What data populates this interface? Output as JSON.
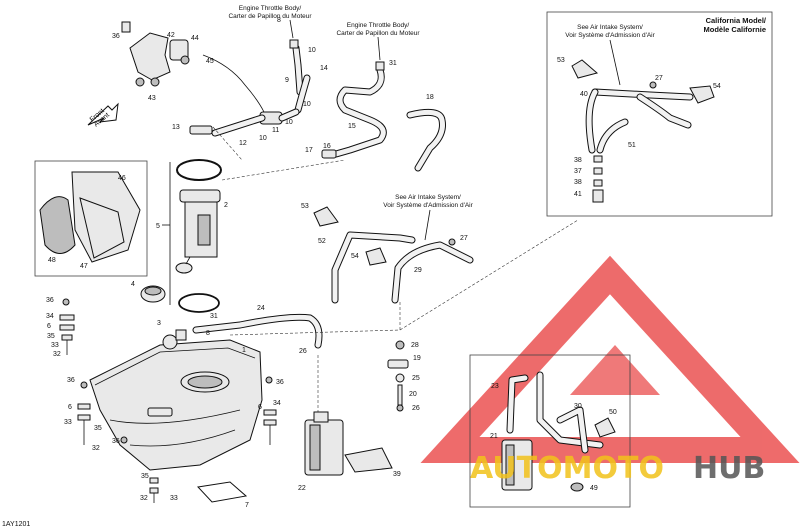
{
  "captions": {
    "throttle_left": [
      "Engine Throttle Body/",
      "Carter de Papillon du Moteur"
    ],
    "throttle_right": [
      "Engine Throttle Body/",
      "Carter de Papillon du Moteur"
    ],
    "air_intake_mid": [
      "See Air Intake System/",
      "Voir Système d'Admission d'Air"
    ],
    "air_intake_cal": [
      "See Air Intake System/",
      "Voir Système d'Admission d'Air"
    ],
    "california": [
      "California Model/",
      "Modèle Californie"
    ],
    "front_arrow": [
      "Front",
      "Avant"
    ]
  },
  "part_numbers": {
    "p1": "1",
    "p2": "2",
    "p3": "3",
    "p4": "4",
    "p5": "5",
    "p6a": "6",
    "p6b": "6",
    "p6c": "6",
    "p7": "7",
    "p8a": "8",
    "p8b": "8",
    "p9": "9",
    "p10a": "10",
    "p10b": "10",
    "p10c": "10",
    "p10d": "10",
    "p11": "11",
    "p12": "12",
    "p13": "13",
    "p14": "14",
    "p15": "15",
    "p16": "16",
    "p17": "17",
    "p18": "18",
    "p19": "19",
    "p20": "20",
    "p21": "21",
    "p22": "22",
    "p23": "23",
    "p24": "24",
    "p25": "25",
    "p26a": "26",
    "p26b": "26",
    "p27a": "27",
    "p27b": "27",
    "p28": "28",
    "p29": "29",
    "p30": "30",
    "p31a": "31",
    "p31b": "31",
    "p32a": "32",
    "p32b": "32",
    "p32c": "32",
    "p33a": "33",
    "p33b": "33",
    "p33c": "33",
    "p34a": "34",
    "p34b": "34",
    "p35a": "35",
    "p35b": "35",
    "p35c": "35",
    "p36a": "36",
    "p36b": "36",
    "p36c": "36",
    "p36d": "36",
    "p36e": "36",
    "p37": "37",
    "p38a": "38",
    "p38b": "38",
    "p39": "39",
    "p40": "40",
    "p41": "41",
    "p42": "42",
    "p43": "43",
    "p44": "44",
    "p45": "45",
    "p46": "46",
    "p47": "47",
    "p48": "48",
    "p49": "49",
    "p50": "50",
    "p51": "51",
    "p52": "52",
    "p53a": "53",
    "p53b": "53",
    "p54a": "54",
    "p54b": "54"
  },
  "figure_code": "1AY1201",
  "watermark": {
    "part1": "AUTOMOTO",
    "part2": "HUB",
    "color_primary": "#e83a3a",
    "color_secondary": "#f2c21b",
    "color_dark": "#555555"
  }
}
